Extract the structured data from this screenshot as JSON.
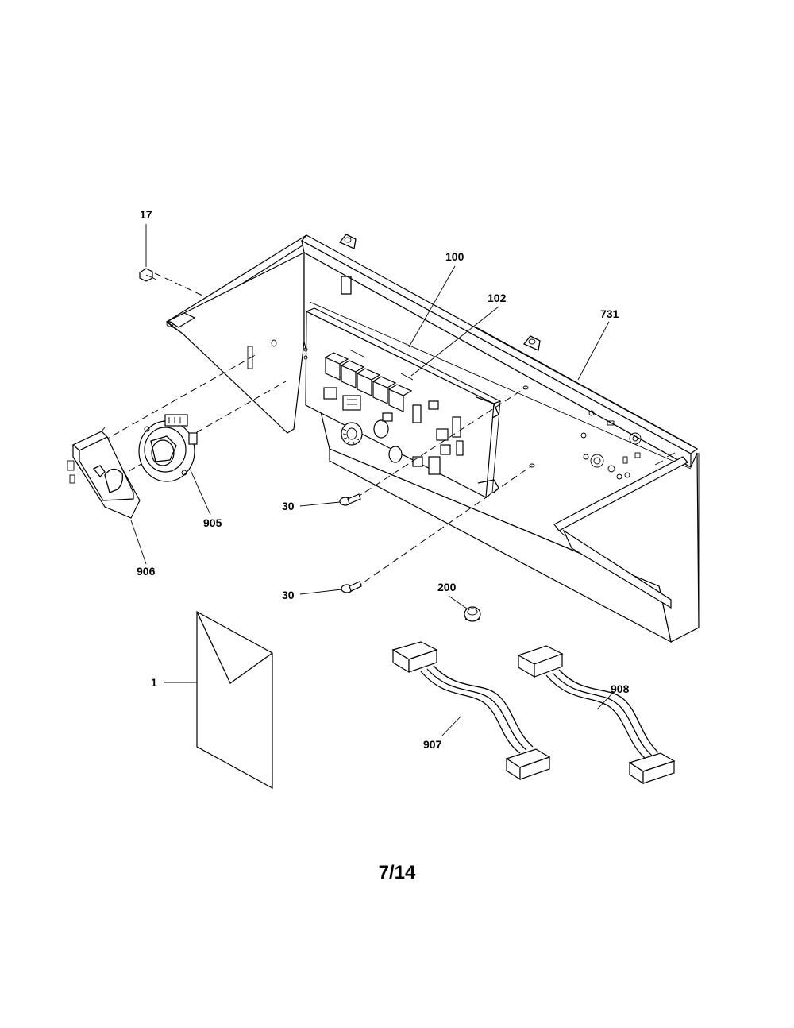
{
  "callouts": {
    "c17": "17",
    "c100": "100",
    "c102": "102",
    "c731": "731",
    "c905": "905",
    "c906": "906",
    "c30a": "30",
    "c30b": "30",
    "c200": "200",
    "c1": "1",
    "c907": "907",
    "c908": "908"
  },
  "page_number": "7/14"
}
